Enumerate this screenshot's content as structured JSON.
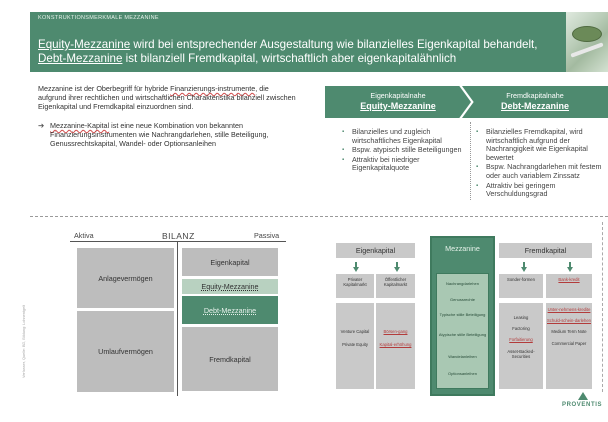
{
  "header": {
    "subtitle": "KONSTRUKTIONSMERKMALE MEZZANINE",
    "headline_part1": "Equity-Mezzanine",
    "headline_part2": " wird bei entsprechender Ausgestaltung wie bilanzielles Eigenkapital behandelt, ",
    "headline_part3": "Debt-Mezzanine",
    "headline_part4": " ist bilanziell Fremdkapital, wirtschaftlich aber eigenkapitalähnlich"
  },
  "intro": {
    "para1_a": "Mezzanine ist der Oberbegriff für hybride ",
    "para1_link": "Finanzierungs-instrumente",
    "para1_b": ", die aufgrund ihrer rechtlichen und wirtschaftlichen Charakteristika bilanziell zwischen Eigenkapital und Fremdkapital einzuordnen sind.",
    "bullet_link": "Mezzanine-Kapital",
    "bullet_rest": " ist eine neue Kombination von bekannten Finanzierungsinstrumenten wie Nachrangdarlehen, stille Beteiligung, Genussrechtskapital, Wandel- oder Optionsanleihen"
  },
  "chevrons": [
    {
      "top": "Eigenkapitalnahe",
      "big": "Equity-Mezzanine"
    },
    {
      "top": "Fremdkapitalnahe",
      "big": "Debt-Mezzanine"
    }
  ],
  "equity_list": [
    "Bilanzielles und zugleich wirtschaftliches Eigenkapital",
    "Bspw. atypisch stille Beteiligungen",
    "Attraktiv bei niedriger Eigenkapitalquote"
  ],
  "debt_list": [
    "Bilanzielles Fremdkapital, wird wirtschaftlich aufgrund der Nachrangigkeit wie Eigenkapital bewertet",
    "Bspw. Nachrangdarlehen mit festem oder auch variablem Zinssatz",
    "Attraktiv bei geringem Verschuldungsgrad"
  ],
  "bilanz": {
    "aktiva": "Aktiva",
    "title": "BILANZ",
    "passiva": "Passiva",
    "anlage": "Anlagevermögen",
    "umlauf": "Umlaufvermögen",
    "eigenkapital": "Eigenkapital",
    "equity_mezz": "Equity-Mezzanine",
    "debt_mezz": "Debt-Mezzanine",
    "fremdkapital": "Fremdkapital"
  },
  "source_vertical": "Verfasser, Quelle: BD, Bildung: Lohnentgelt",
  "diagram": {
    "eigenkapital": "Eigenkapital",
    "mezzanine": "Mezzanine",
    "fremdkapital": "Fremdkapital",
    "ek_sub": [
      {
        "title": "Privater Kapitalmarkt",
        "items": [
          "Venture Capital",
          "Private Equity"
        ]
      },
      {
        "title": "Öffentlicher Kapitalmarkt",
        "items": [
          "Börsen-gang",
          "Kapital-erhöhung"
        ]
      }
    ],
    "mezz_items": [
      "Nachrangdarlehen",
      "Genussrechte",
      "Typische stille Beteiligung",
      "Atypische stille Beteiligung",
      "Wandelanleihen",
      "Optionsanleihen"
    ],
    "fk_sub": [
      {
        "title": "Sonder-formen",
        "items": [
          "Leasing",
          "Factoring",
          "Forfaitierung",
          "Asset-Backed-Securities"
        ]
      },
      {
        "title": "Bank-kredit",
        "items": [
          "Unter-nehmens-kredite",
          "Schuld-schein-darlehen",
          "Medium Term Note",
          "Commercial Paper"
        ]
      }
    ]
  },
  "logo": "PROVENTIS"
}
